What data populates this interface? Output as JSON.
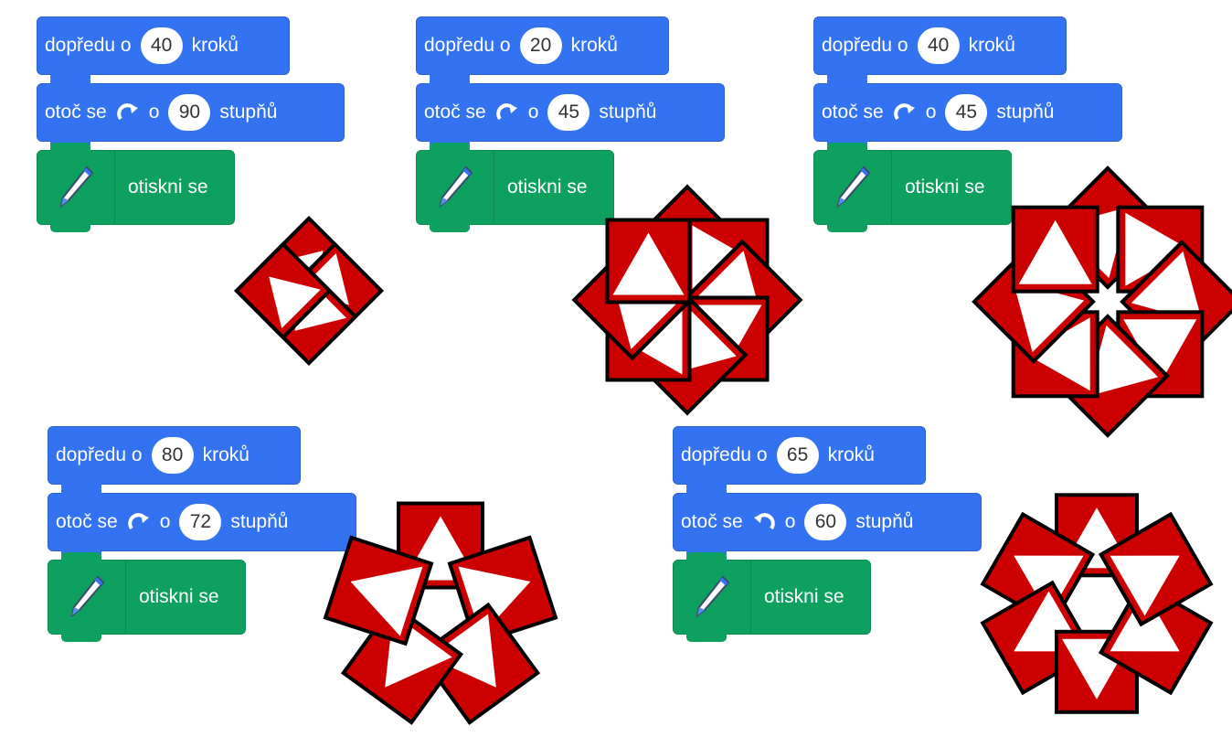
{
  "colors": {
    "motion": "#3373f2",
    "pen": "#0da05f",
    "stamp_fill": "#cc0000",
    "stamp_stroke": "#000000",
    "stamp_triangle": "#ffffff"
  },
  "examples": [
    {
      "forward_text": "dopředu o",
      "forward_steps": "40",
      "forward_unit": "kroků",
      "turn_text": "otoč se",
      "turn_direction": "right",
      "turn_icon": "rotate-right-icon",
      "turn_o": "o",
      "turn_degrees": "90",
      "turn_unit": "stupňů",
      "pen_label": "otiskni se",
      "pen_icon": "pen-icon"
    },
    {
      "forward_text": "dopředu o",
      "forward_steps": "20",
      "forward_unit": "kroků",
      "turn_text": "otoč se",
      "turn_direction": "right",
      "turn_icon": "rotate-right-icon",
      "turn_o": "o",
      "turn_degrees": "45",
      "turn_unit": "stupňů",
      "pen_label": "otiskni se",
      "pen_icon": "pen-icon"
    },
    {
      "forward_text": "dopředu o",
      "forward_steps": "40",
      "forward_unit": "kroků",
      "turn_text": "otoč se",
      "turn_direction": "right",
      "turn_icon": "rotate-right-icon",
      "turn_o": "o",
      "turn_degrees": "45",
      "turn_unit": "stupňů",
      "pen_label": "otiskni se",
      "pen_icon": "pen-icon"
    },
    {
      "forward_text": "dopředu o",
      "forward_steps": "80",
      "forward_unit": "kroků",
      "turn_text": "otoč se",
      "turn_direction": "right",
      "turn_icon": "rotate-right-icon",
      "turn_o": "o",
      "turn_degrees": "72",
      "turn_unit": "stupňů",
      "pen_label": "otiskni se",
      "pen_icon": "pen-icon"
    },
    {
      "forward_text": "dopředu o",
      "forward_steps": "65",
      "forward_unit": "kroků",
      "turn_text": "otoč se",
      "turn_direction": "left",
      "turn_icon": "rotate-left-icon",
      "turn_o": "o",
      "turn_degrees": "60",
      "turn_unit": "stupňů",
      "pen_label": "otiskni se",
      "pen_icon": "pen-icon"
    }
  ]
}
